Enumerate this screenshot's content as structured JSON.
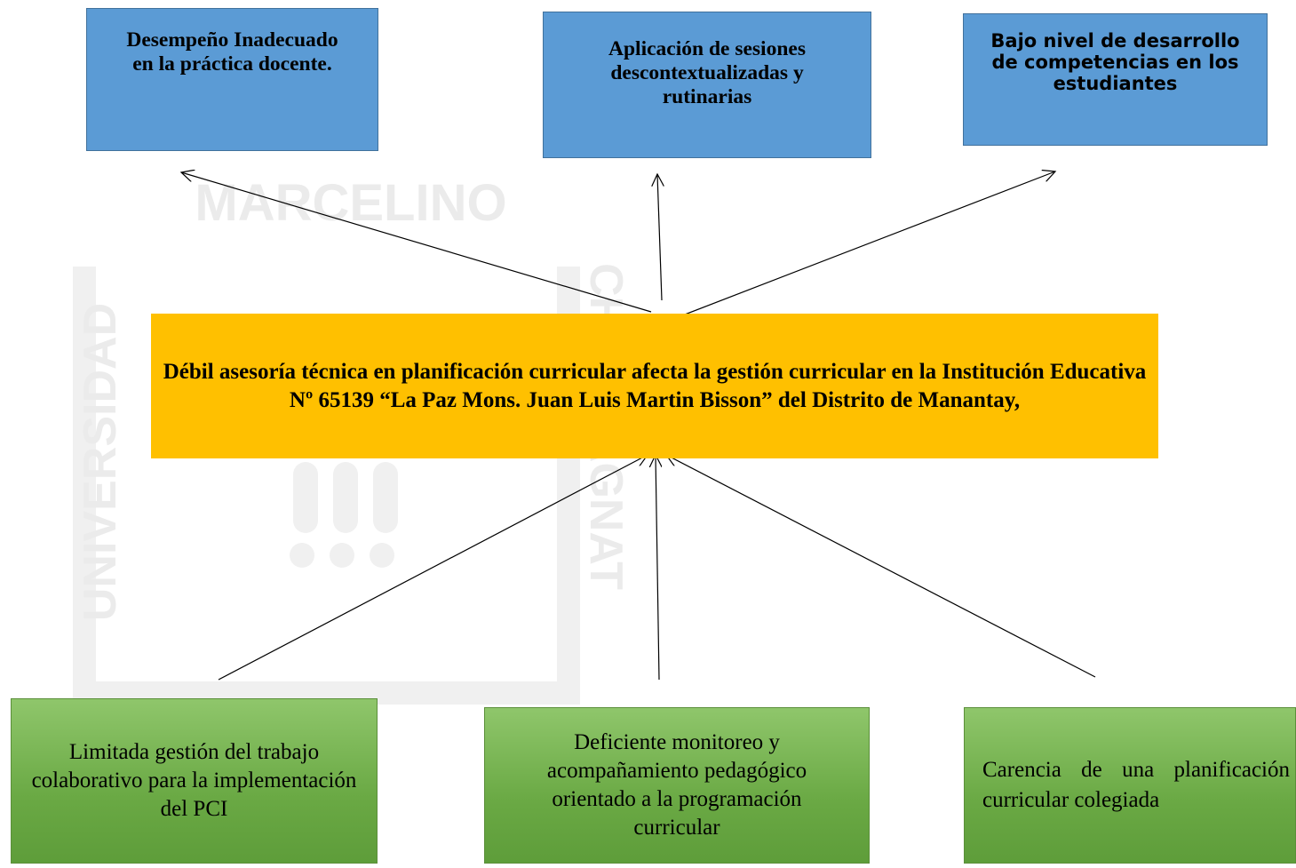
{
  "watermark": {
    "top": "MARCELINO",
    "left": "UNIVERSIDAD",
    "right": "CHAMPAGNAT"
  },
  "effects": [
    {
      "text": "Desempeño Inadecuado en la práctica  docente."
    },
    {
      "text": "Aplicación de sesiones descontextualizadas y rutinarias"
    },
    {
      "text": "Bajo nivel de desarrollo de competencias en los estudiantes"
    }
  ],
  "problem": {
    "text": "Débil asesoría técnica en planificación curricular afecta la gestión curricular en la Institución Educativa Nº 65139 “La Paz Mons. Juan Luis Martin Bisson” del Distrito de Manantay,"
  },
  "causes": [
    {
      "text": "Limitada gestión del trabajo colaborativo para la implementación del PCI"
    },
    {
      "text": "Deficiente monitoreo y acompañamiento pedagógico orientado a la programación curricular"
    },
    {
      "text": "Carencia de una planificación curricular colegiada"
    }
  ],
  "colors": {
    "effect_fill": "#5b9bd5",
    "problem_fill": "#ffc000",
    "cause_fill": "#70ad47"
  }
}
